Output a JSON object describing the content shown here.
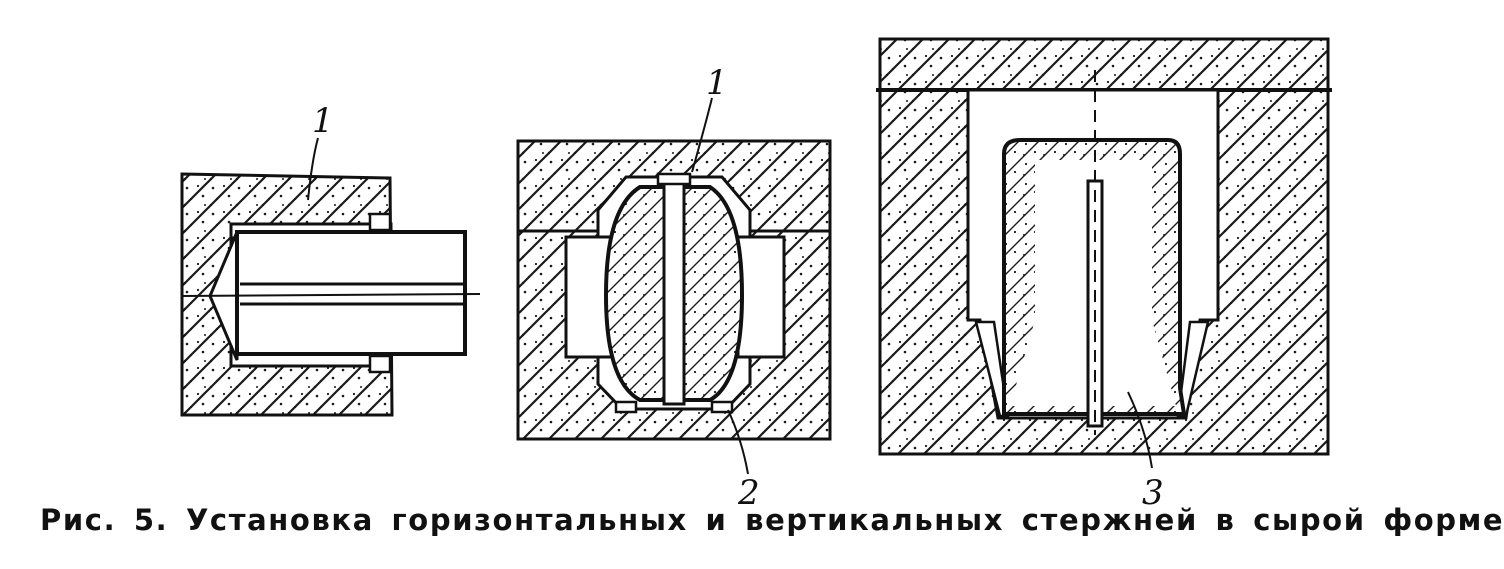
{
  "figure": {
    "labels": {
      "mark_1_left": "1",
      "mark_1_middle": "1",
      "mark_2": "2",
      "mark_3": "3"
    },
    "caption": "Рис. 5. Установка горизонтальных и вертикальных стержней в сырой форме"
  }
}
